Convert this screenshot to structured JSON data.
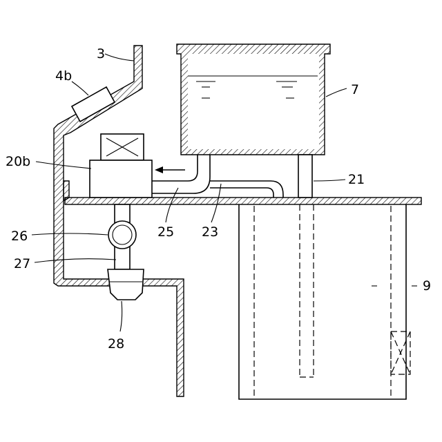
{
  "labels": {
    "l3": "3",
    "l4b": "4b",
    "l7": "7",
    "l20b": "20b",
    "l21": "21",
    "l25": "25",
    "l23": "23",
    "l26": "26",
    "l27": "27",
    "l28": "28",
    "l9": "9"
  }
}
